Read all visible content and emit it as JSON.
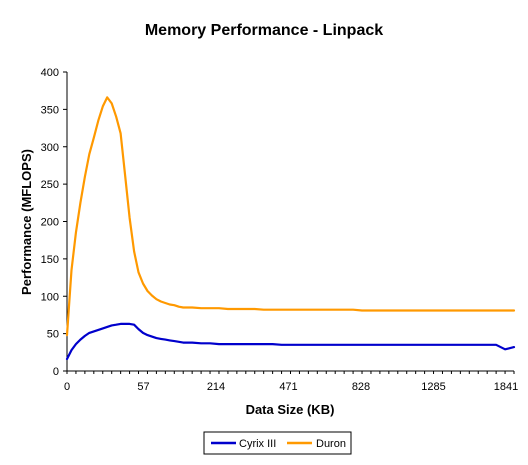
{
  "chart_data": {
    "type": "line",
    "title": "Memory Performance - Linpack",
    "xlabel": "Data Size (KB)",
    "ylabel": "Performance (MFLOPS)",
    "ylim": [
      0,
      400
    ],
    "yticks": [
      0,
      50,
      100,
      150,
      200,
      250,
      300,
      350,
      400
    ],
    "xtick_labels": [
      "0",
      "57",
      "214",
      "471",
      "828",
      "1285",
      "1841"
    ],
    "grid": false,
    "legend_position": "bottom-center",
    "x": [
      0,
      1,
      2,
      3,
      4,
      5,
      6,
      7,
      8,
      9,
      10,
      11,
      12,
      13,
      14,
      15,
      16,
      17,
      18,
      19,
      20,
      21,
      22,
      23,
      24,
      25,
      26,
      28,
      30,
      32,
      34,
      36,
      38,
      40,
      42,
      44,
      46,
      48,
      50,
      52,
      54,
      56,
      58,
      60,
      62,
      64,
      66,
      68,
      70,
      72,
      74,
      76,
      78,
      80,
      82,
      84,
      86,
      88,
      90,
      92,
      94,
      96,
      98,
      100
    ],
    "series": [
      {
        "name": "Cyrix III",
        "color": "#0000CC",
        "values": [
          16,
          28,
          36,
          42,
          47,
          51,
          53,
          55,
          57,
          59,
          61,
          62,
          63,
          63,
          63,
          62,
          56,
          51,
          48,
          46,
          44,
          43,
          42,
          41,
          40,
          39,
          38,
          38,
          37,
          37,
          36,
          36,
          36,
          36,
          36,
          36,
          36,
          35,
          35,
          35,
          35,
          35,
          35,
          35,
          35,
          35,
          35,
          35,
          35,
          35,
          35,
          35,
          35,
          35,
          35,
          35,
          35,
          35,
          35,
          35,
          35,
          35,
          29,
          32
        ]
      },
      {
        "name": "Duron",
        "color": "#FF9900",
        "values": [
          48,
          135,
          185,
          225,
          260,
          290,
          312,
          335,
          354,
          366,
          358,
          340,
          318,
          262,
          205,
          160,
          132,
          117,
          107,
          101,
          96,
          93,
          91,
          89,
          88,
          86,
          85,
          85,
          84,
          84,
          84,
          83,
          83,
          83,
          83,
          82,
          82,
          82,
          82,
          82,
          82,
          82,
          82,
          82,
          82,
          82,
          81,
          81,
          81,
          81,
          81,
          81,
          81,
          81,
          81,
          81,
          81,
          81,
          81,
          81,
          81,
          81,
          81,
          81
        ]
      }
    ]
  }
}
